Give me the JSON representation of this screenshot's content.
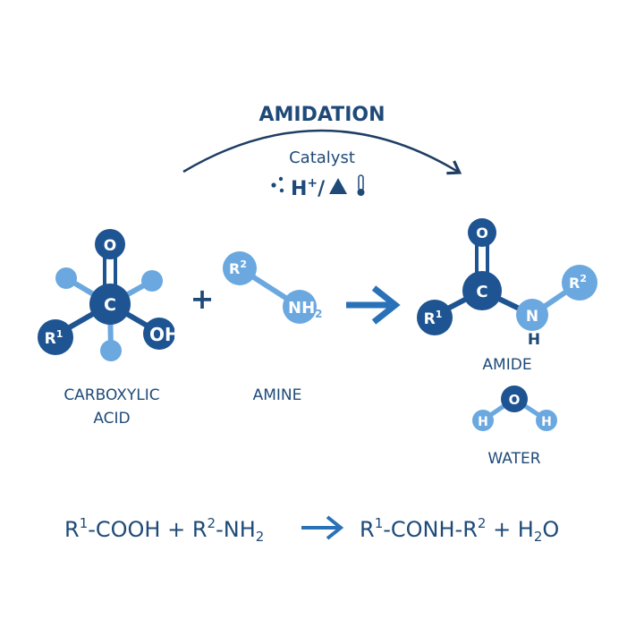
{
  "title": "AMIDATION",
  "catalyst": {
    "label": "Catalyst",
    "h": "H",
    "plus": "+",
    "slash": "/"
  },
  "reactants": {
    "acid": {
      "atoms": {
        "o": "O",
        "c": "C",
        "r": "R",
        "r_sup": "1",
        "oh": "OH"
      },
      "label_line1": "CARBOXYLIC",
      "label_line2": "ACID"
    },
    "plus_sign": "+",
    "amine": {
      "atoms": {
        "r": "R",
        "r_sup": "2",
        "n": "NH",
        "n_sub": "2"
      },
      "label": "AMINE"
    }
  },
  "products": {
    "amide": {
      "atoms": {
        "o": "O",
        "c": "C",
        "r1": "R",
        "r1_sup": "1",
        "n": "N",
        "h": "H",
        "r2": "R",
        "r2_sup": "2"
      },
      "label": "AMIDE"
    },
    "water": {
      "atoms": {
        "o": "O",
        "h": "H"
      },
      "label": "WATER"
    }
  },
  "equation": {
    "left": {
      "r": "R",
      "r_sup": "1",
      "cooh": "-COOH + R",
      "r2_sup": "2",
      "nh": "-NH",
      "nh_sub": "2"
    },
    "right": {
      "r": "R",
      "r_sup": "1",
      "conh": "-CONH-R",
      "r2_sup": "2",
      "plus": " + H",
      "h_sub": "2",
      "o": "O"
    }
  },
  "colors": {
    "dark_blue": "#1f4a78",
    "atom_dark": "#1d5491",
    "atom_light": "#6aa8df",
    "arrow_blue": "#2a72b8"
  },
  "icons": [
    "curved-arrow-icon",
    "dots-icon",
    "triangle-heat-icon",
    "thermometer-icon",
    "reaction-arrow-icon"
  ]
}
